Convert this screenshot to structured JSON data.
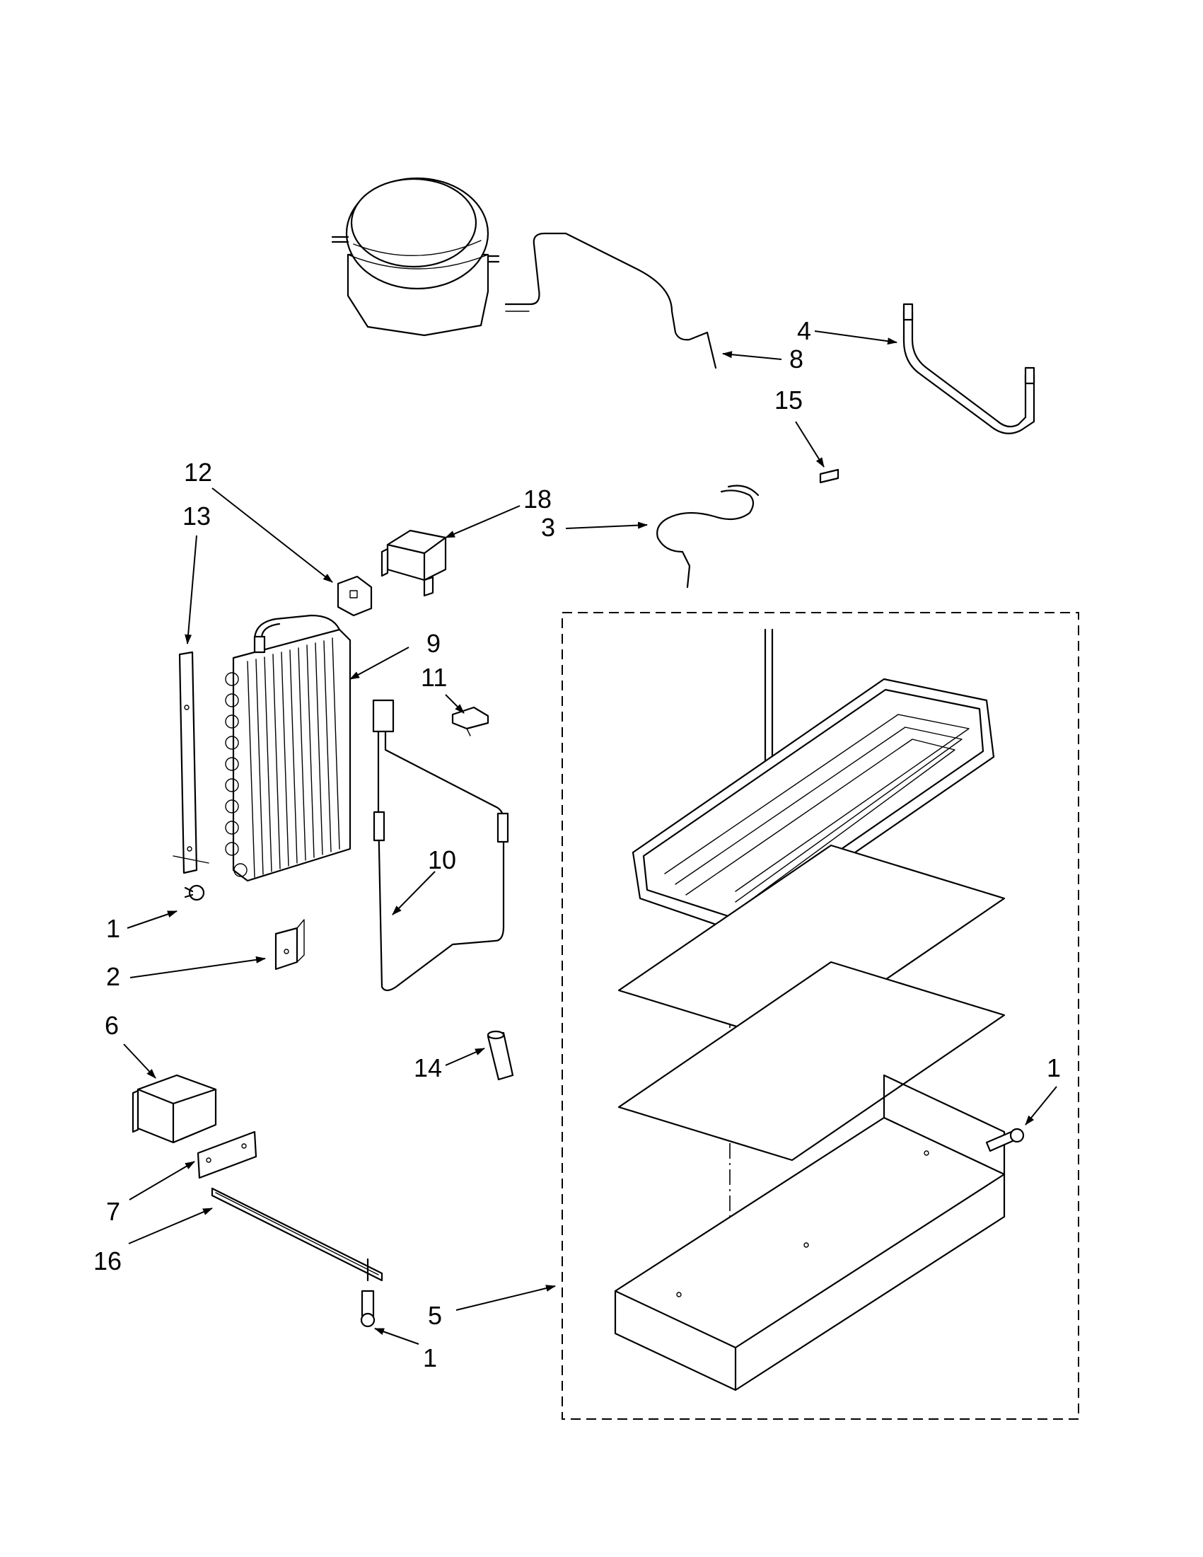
{
  "callouts": {
    "c4": "4",
    "c8": "8",
    "c15": "15",
    "c12": "12",
    "c13": "13",
    "c18": "18",
    "c3": "3",
    "c9": "9",
    "c11": "11",
    "c10": "10",
    "c1a": "1",
    "c2": "2",
    "c6": "6",
    "c14": "14",
    "c1b": "1",
    "c7": "7",
    "c16": "16",
    "c5": "5",
    "c1c": "1"
  },
  "icons": {
    "arrowhead": "filled-triangle-arrow"
  }
}
